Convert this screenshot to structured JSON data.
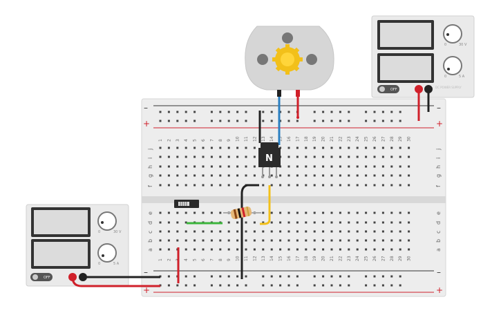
{
  "breadboard": {
    "columns_top": [
      "1",
      "2",
      "3",
      "4",
      "5",
      "6",
      "7",
      "8",
      "9",
      "10",
      "11",
      "12",
      "13",
      "14",
      "15",
      "16",
      "17",
      "18",
      "19",
      "20",
      "21",
      "22",
      "23",
      "24",
      "25",
      "26",
      "27",
      "28",
      "29",
      "30"
    ],
    "columns_bottom": [
      "1",
      "2",
      "3",
      "4",
      "5",
      "6",
      "7",
      "8",
      "9",
      "10",
      "11",
      "12",
      "13",
      "14",
      "15",
      "16",
      "17",
      "18",
      "19",
      "20",
      "21",
      "22",
      "23",
      "24",
      "25",
      "26",
      "27",
      "28",
      "29",
      "30"
    ],
    "rows_upper": [
      "j",
      "i",
      "h",
      "g",
      "f"
    ],
    "rows_lower": [
      "e",
      "d",
      "c",
      "b",
      "a"
    ],
    "rail_minus": "–",
    "rail_plus": "+"
  },
  "transistor": {
    "label": "N"
  },
  "power_supply_top": {
    "switch_label": "OFF",
    "knob_voltage": {
      "zero": "0",
      "max": "30 V"
    },
    "knob_current": {
      "zero": "0",
      "max": "5 A"
    },
    "brand": "DC POWER SUPPLY"
  },
  "power_supply_left": {
    "switch_label": "OFF",
    "knob_voltage": {
      "zero": "0",
      "max": "30 V"
    },
    "knob_current": {
      "zero": "0",
      "max": "5 A"
    }
  },
  "motor": {
    "icon": "gear-icon"
  },
  "colors": {
    "wire_red": "#d0202a",
    "wire_black": "#222222",
    "wire_blue": "#2a7fc1",
    "wire_yellow": "#f2c01a",
    "wire_green": "#3db53d",
    "board": "#eeeeee",
    "rail_red": "#d0202a"
  }
}
